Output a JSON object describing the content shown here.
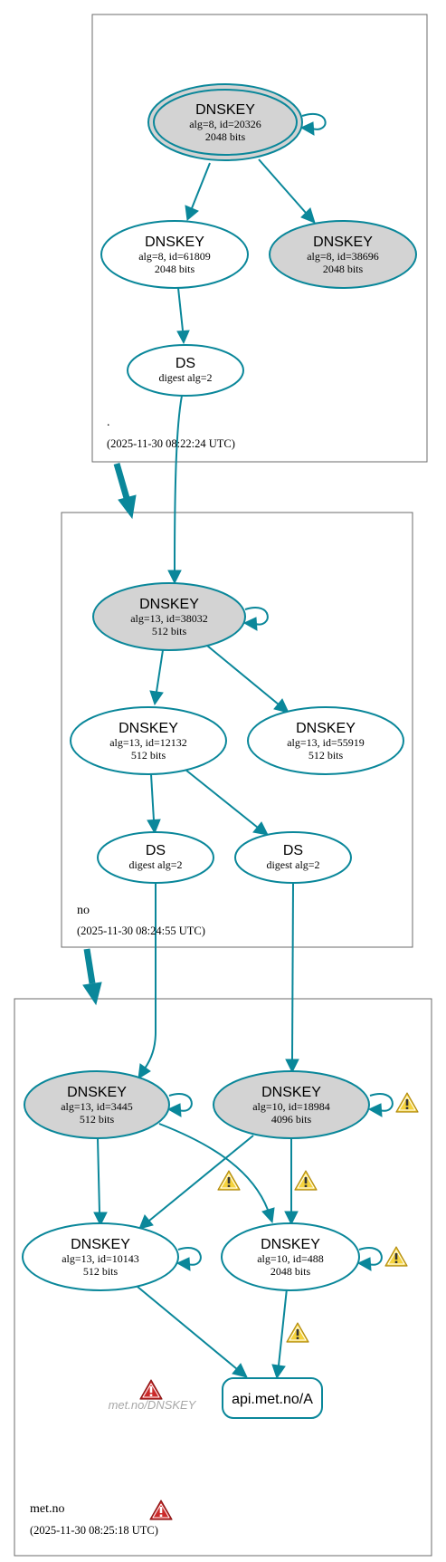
{
  "zones": {
    "root": {
      "name": ".",
      "timestamp": "(2025-11-30 08:22:24 UTC)"
    },
    "no": {
      "name": "no",
      "timestamp": "(2025-11-30 08:24:55 UTC)"
    },
    "met": {
      "name": "met.no",
      "timestamp": "(2025-11-30 08:25:18 UTC)"
    }
  },
  "nodes": {
    "root_ksk": {
      "type": "DNSKEY",
      "line1": "alg=8, id=20326",
      "line2": "2048 bits"
    },
    "root_zsk1": {
      "type": "DNSKEY",
      "line1": "alg=8, id=61809",
      "line2": "2048 bits"
    },
    "root_zsk2": {
      "type": "DNSKEY",
      "line1": "alg=8, id=38696",
      "line2": "2048 bits"
    },
    "root_ds": {
      "type": "DS",
      "line1": "digest alg=2"
    },
    "no_ksk": {
      "type": "DNSKEY",
      "line1": "alg=13, id=38032",
      "line2": "512 bits"
    },
    "no_zsk1": {
      "type": "DNSKEY",
      "line1": "alg=13, id=12132",
      "line2": "512 bits"
    },
    "no_zsk2": {
      "type": "DNSKEY",
      "line1": "alg=13, id=55919",
      "line2": "512 bits"
    },
    "no_ds1": {
      "type": "DS",
      "line1": "digest alg=2"
    },
    "no_ds2": {
      "type": "DS",
      "line1": "digest alg=2"
    },
    "met_k1": {
      "type": "DNSKEY",
      "line1": "alg=13, id=3445",
      "line2": "512 bits"
    },
    "met_k2": {
      "type": "DNSKEY",
      "line1": "alg=10, id=18984",
      "line2": "4096 bits"
    },
    "met_k3": {
      "type": "DNSKEY",
      "line1": "alg=13, id=10143",
      "line2": "512 bits"
    },
    "met_k4": {
      "type": "DNSKEY",
      "line1": "alg=10, id=488",
      "line2": "2048 bits"
    },
    "met_rr": {
      "label": "api.met.no/A"
    },
    "met_nodnskey": {
      "label": "met.no/DNSKEY"
    }
  },
  "colors": {
    "edge": "#0a879a",
    "filled_node": "#d3d3d3",
    "warning_fill": "#f5d33c",
    "error_fill": "#cc2a2a"
  },
  "icons": {
    "warning": "warning-icon",
    "error": "error-icon"
  }
}
